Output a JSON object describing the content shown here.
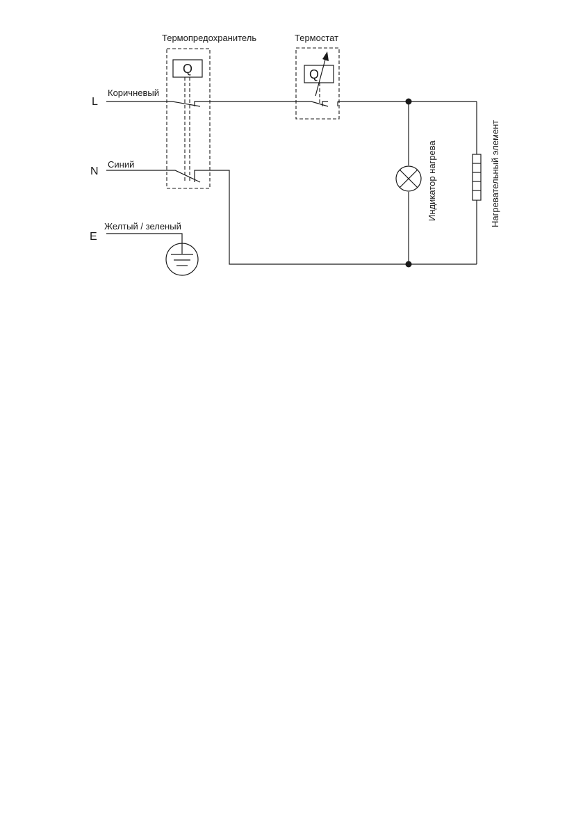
{
  "labels": {
    "thermal_fuse": "Термопредохранитель",
    "thermostat": "Термостат",
    "brown": "Коричневый",
    "blue": "Синий",
    "yellow_green": "Желтый / зеленый",
    "heat_indicator": "Индикатор нагрева",
    "heating_element": "Нагревательный элемент"
  },
  "terminals": {
    "live": "L",
    "neutral": "N",
    "earth": "E"
  },
  "symbols": {
    "fuse_q": "Q",
    "thermostat_q": "Q"
  }
}
